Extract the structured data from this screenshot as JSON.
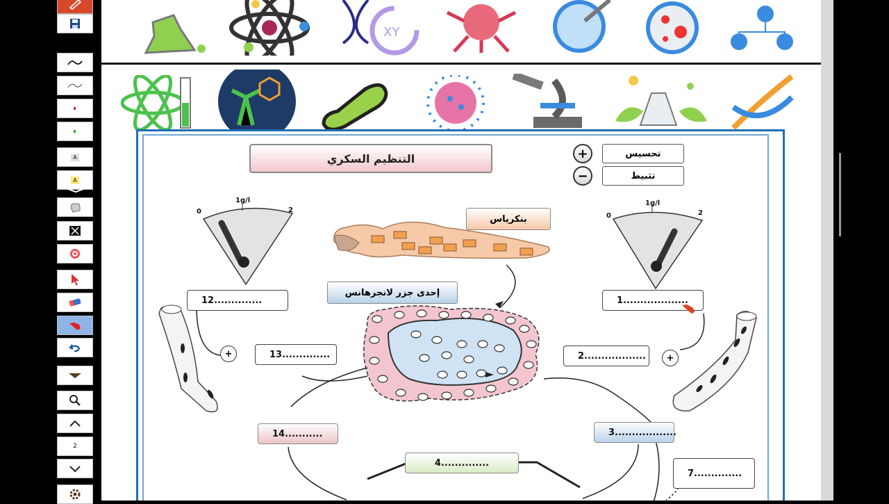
{
  "toolbar": {
    "items": [
      {
        "name": "pen-tool-button",
        "icon": "pen-icon"
      },
      {
        "name": "save-button",
        "icon": "floppy-disk-icon"
      },
      {
        "name": "black-pen-button",
        "icon": "squiggle-black-icon"
      },
      {
        "name": "thin-pen-button",
        "icon": "squiggle-thin-icon"
      },
      {
        "name": "red-pen-button",
        "icon": "red-dot-icon"
      },
      {
        "name": "green-pen-button",
        "icon": "green-dot-icon"
      },
      {
        "name": "text-tool-button",
        "icon": "text-a-icon",
        "label": "A"
      },
      {
        "name": "highlight-text-button",
        "icon": "highlight-a-icon",
        "label": "A"
      },
      {
        "name": "hand-tool-button",
        "icon": "hand-icon"
      },
      {
        "name": "clear-button",
        "icon": "x-box-icon"
      },
      {
        "name": "record-button",
        "icon": "target-icon"
      },
      {
        "name": "pointer-button",
        "icon": "cursor-arrow-icon"
      },
      {
        "name": "eraser-button",
        "icon": "eraser-icon"
      },
      {
        "name": "laser-hand-button",
        "icon": "red-hand-icon"
      },
      {
        "name": "undo-button",
        "icon": "undo-icon"
      },
      {
        "name": "menu-dropdown-button",
        "icon": "caret-down-icon"
      },
      {
        "name": "zoom-button",
        "icon": "magnifier-icon"
      },
      {
        "name": "page-up-button",
        "icon": "chevron-up-icon"
      },
      {
        "name": "page-number",
        "label": "2"
      },
      {
        "name": "page-down-button",
        "icon": "chevron-down-icon"
      },
      {
        "name": "settings-button",
        "icon": "gear-icon"
      }
    ]
  },
  "banner": {
    "row1_icons": [
      "flask-icon",
      "atom-icon",
      "dna-xy-icon",
      "brain-neuron-icon",
      "petri-dish-icon",
      "bacteria-dish-icon",
      "molecule-network-icon"
    ],
    "row2_icons": [
      "atom-test-tube-icon",
      "cannabis-molecule-icon",
      "bacterium-icon",
      "virus-icon",
      "microscope-icon",
      "lab-flask-leaves-icon",
      "dna-helix-icon"
    ],
    "dna_icon_text": "XY"
  },
  "worksheet": {
    "title": "التنظيم السكري",
    "legend": {
      "activation": "تحسيس",
      "inhibition": "تثبيط",
      "plus": "+",
      "minus": "−"
    },
    "pancreas_label": "بنكرياس",
    "islet_label": "إحدى جزر لانجرهانس",
    "gauge": {
      "zero": "0",
      "mid": "1g/l",
      "max": "2"
    },
    "blanks": {
      "b1": "1...................",
      "b2": "2..................",
      "b3": "3..................",
      "b4": "4..............",
      "b7": "7..............",
      "b12": "12..............",
      "b13": "13..............",
      "b14": "14..........."
    },
    "plus_sign": "+"
  },
  "colors": {
    "frame_blue": "#1f6fb4",
    "pink_box": "#ecc3c6",
    "blue_box": "#b9d2ea",
    "pancreas": "#f6c9a8",
    "islet_pink": "#f3c6cf",
    "islet_blue": "#cfe3f5"
  }
}
